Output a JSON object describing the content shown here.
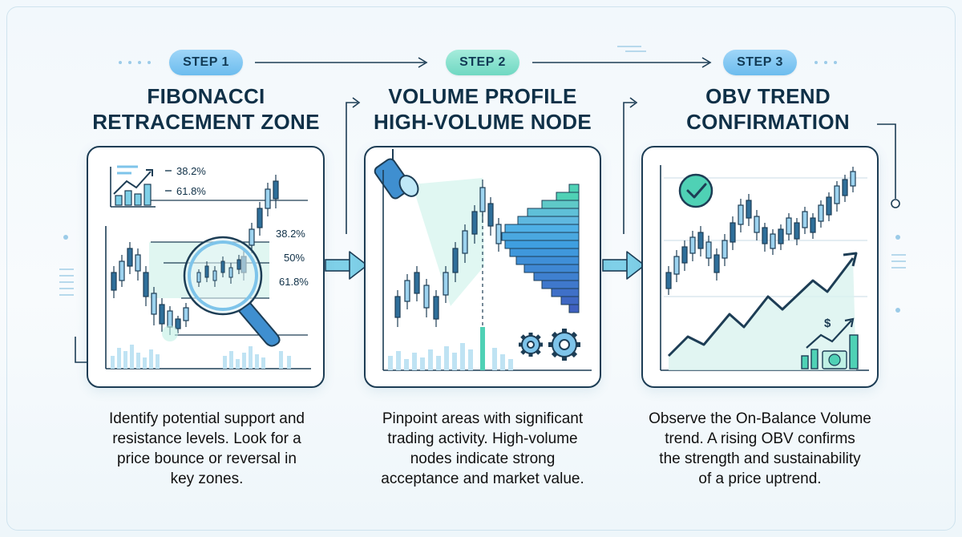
{
  "steps": [
    {
      "badge": "STEP 1",
      "title_lines": [
        "FIBONACCI",
        "RETRACEMENT ZONE"
      ],
      "description_lines": [
        "Identify potential support and",
        "resistance levels. Look for a",
        "price bounce or reversal in",
        "key zones."
      ],
      "legend_labels": [
        "38.2%",
        "61.8%"
      ],
      "level_labels": [
        "38.2%",
        "50%",
        "61.8%"
      ]
    },
    {
      "badge": "STEP 2",
      "title_lines": [
        "VOLUME PROFILE",
        "HIGH-VOLUME NODE"
      ],
      "description_lines": [
        "Pinpoint areas with significant",
        "trading activity. High-volume",
        "nodes indicate strong",
        "acceptance and market value."
      ]
    },
    {
      "badge": "STEP 3",
      "title_lines": [
        "OBV TREND",
        "CONFIRMATION"
      ],
      "description_lines": [
        "Observe the On-Balance Volume",
        "trend. A rising OBV confirms",
        "the strength and sustainability",
        "of a price uptrend."
      ],
      "currency_symbol": "$"
    }
  ],
  "colors": {
    "ink": "#1d3d55",
    "accent_blue": "#4aa8e0",
    "accent_teal": "#4fd1b5",
    "candle_blue": "#2f6f9a"
  },
  "icons": [
    "search-magnifier-icon",
    "spotlight-icon",
    "gear-icon",
    "checkmark-badge-icon",
    "money-growth-icon",
    "arrow-right-icon"
  ]
}
